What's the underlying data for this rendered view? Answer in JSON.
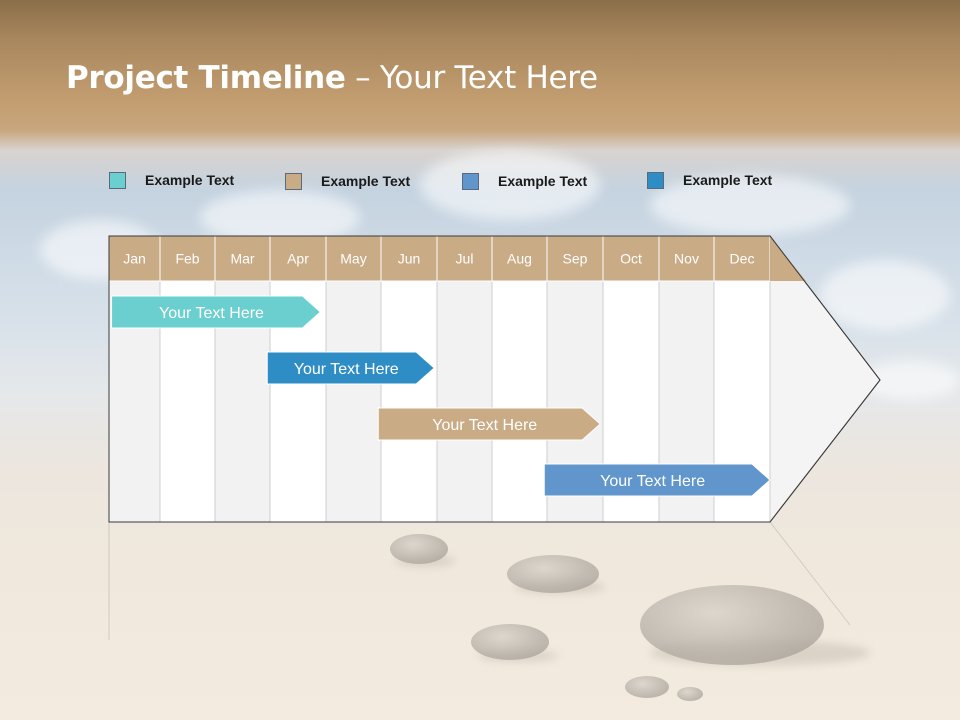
{
  "title": {
    "bold": "Project Timeline",
    "separator": " – ",
    "rest": "Your Text Here"
  },
  "legend": [
    {
      "label": "Example Text",
      "color": "#6ccfcf"
    },
    {
      "label": "Example Text",
      "color": "#c9ab85"
    },
    {
      "label": "Example Text",
      "color": "#6096cc"
    },
    {
      "label": "Example Text",
      "color": "#2f8dc6"
    }
  ],
  "timeline": {
    "months": [
      "Jan",
      "Feb",
      "Mar",
      "Apr",
      "May",
      "Jun",
      "Jul",
      "Aug",
      "Sep",
      "Oct",
      "Nov",
      "Dec"
    ],
    "header_color": "#c9ab85",
    "bars": [
      {
        "label": "Your  Text Here",
        "start": 0.05,
        "end": 3.9,
        "color": "#6ccfcf"
      },
      {
        "label": "Your  Text Here",
        "start": 2.95,
        "end": 5.95,
        "color": "#2f8dc6"
      },
      {
        "label": "Your  Text Here",
        "start": 4.95,
        "end": 8.95,
        "color": "#c9ab85"
      },
      {
        "label": "Your  Text Here",
        "start": 7.95,
        "end": 12.0,
        "color": "#6096cc"
      }
    ]
  }
}
